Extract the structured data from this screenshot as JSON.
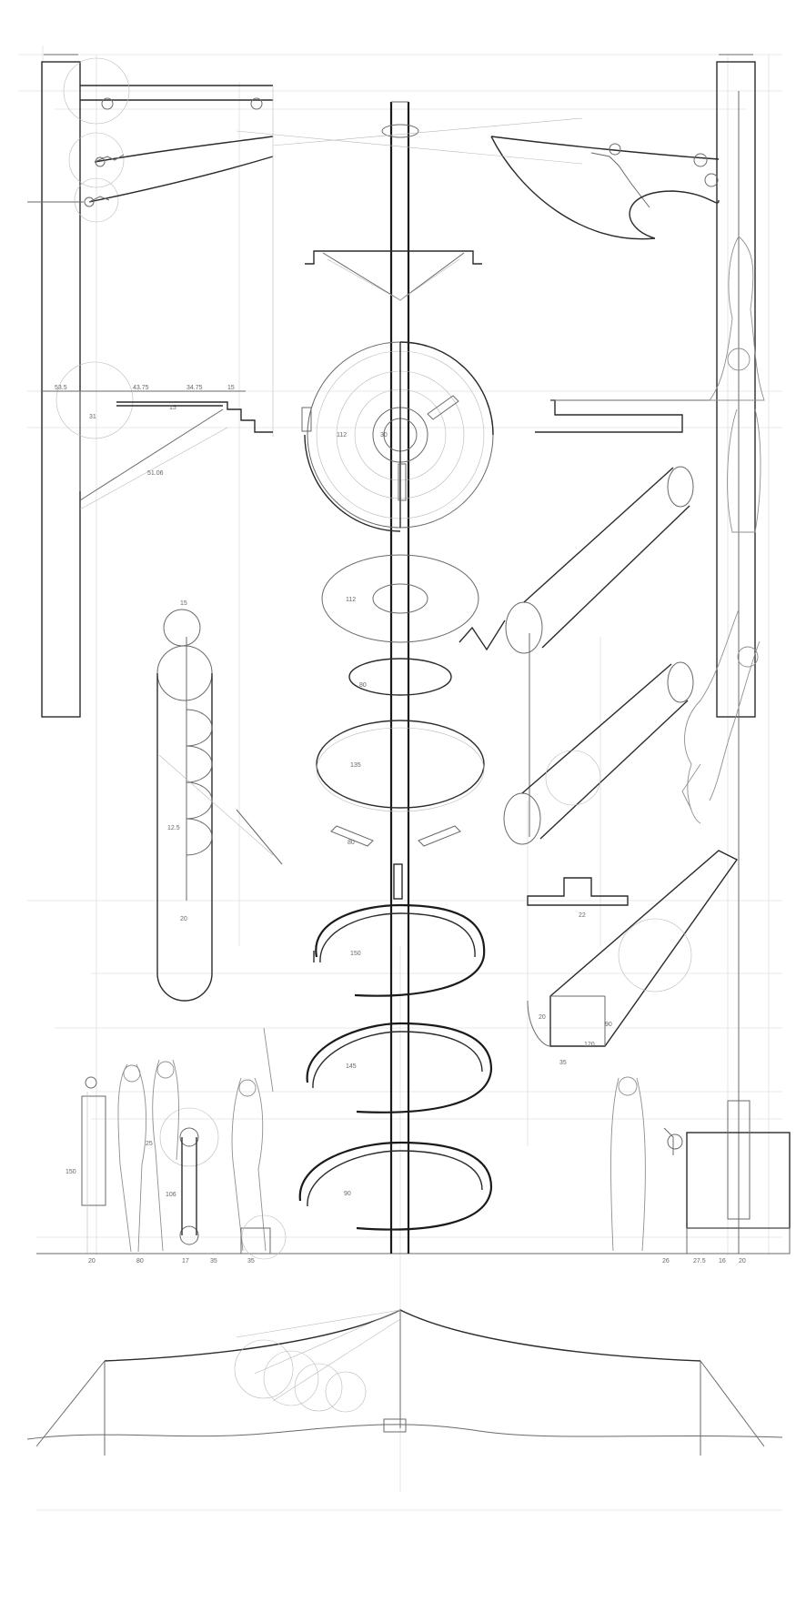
{
  "dimensions": {
    "top_left": [
      "53.5",
      "43.75",
      "34.75",
      "15"
    ],
    "top_left_aux": [
      "15",
      "31",
      "51.06"
    ],
    "spiral_disc": [
      "112",
      "30"
    ],
    "ring_top": "112",
    "ring_80": "80",
    "ring_135": "135",
    "bars": "80",
    "arc_150": "150",
    "arc_145": "145",
    "arc_90": "90",
    "tube": [
      "15",
      "12.5",
      "20"
    ],
    "box": [
      "22",
      "20",
      "35",
      "90",
      "120"
    ],
    "bottom_left": [
      "20",
      "80",
      "17",
      "35",
      "35"
    ],
    "bottom_left_vertical": [
      "150",
      "106"
    ],
    "bottom_right": [
      "26",
      "27.5",
      "16",
      "20"
    ],
    "gear": "25"
  }
}
